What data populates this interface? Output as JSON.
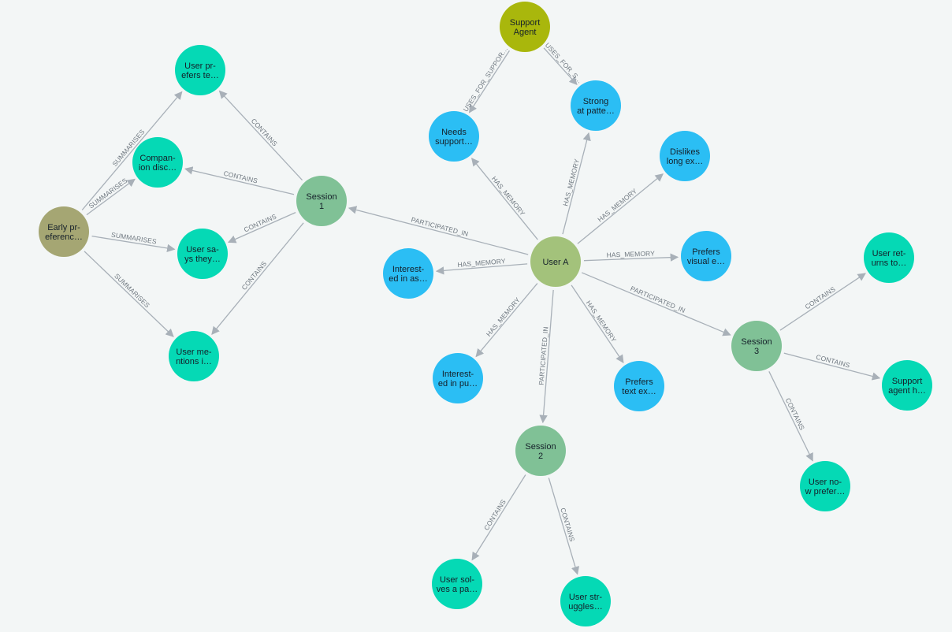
{
  "colors": {
    "person": "#a3c27b",
    "agent": "#a9b70c",
    "session": "#80c196",
    "memory": "#2bbef4",
    "message": "#05d9b5",
    "summary": "#a5a673",
    "edge": "#a8b0b8",
    "background": "#f3f6f6"
  },
  "nodes": [
    {
      "id": "user_a",
      "kind": "person",
      "lines": [
        "User A"
      ]
    },
    {
      "id": "support_agent",
      "kind": "agent",
      "lines": [
        "Support",
        "Agent"
      ]
    },
    {
      "id": "session_1",
      "kind": "session",
      "lines": [
        "Session",
        "1"
      ]
    },
    {
      "id": "session_2",
      "kind": "session",
      "lines": [
        "Session",
        "2"
      ]
    },
    {
      "id": "session_3",
      "kind": "session",
      "lines": [
        "Session",
        "3"
      ]
    },
    {
      "id": "early_pref",
      "kind": "summary",
      "lines": [
        "Early pr-",
        "eferenc…"
      ]
    },
    {
      "id": "m_prefers_te",
      "kind": "message",
      "lines": [
        "User pr-",
        "efers te…"
      ]
    },
    {
      "id": "m_companion",
      "kind": "message",
      "lines": [
        "Compan-",
        "ion disc…"
      ]
    },
    {
      "id": "m_says_they",
      "kind": "message",
      "lines": [
        "User sa-",
        "ys they…"
      ]
    },
    {
      "id": "m_mentions",
      "kind": "message",
      "lines": [
        "User me-",
        "ntions i…"
      ]
    },
    {
      "id": "mem_needs_support",
      "kind": "memory",
      "lines": [
        "Needs",
        "support…"
      ]
    },
    {
      "id": "mem_strong_patterns",
      "kind": "memory",
      "lines": [
        "Strong",
        "at patte…"
      ]
    },
    {
      "id": "mem_dislikes",
      "kind": "memory",
      "lines": [
        "Dislikes",
        "long ex…"
      ]
    },
    {
      "id": "mem_prefers_visual",
      "kind": "memory",
      "lines": [
        "Prefers",
        "visual e…"
      ]
    },
    {
      "id": "mem_interested_as",
      "kind": "memory",
      "lines": [
        "Interest-",
        "ed in as…"
      ]
    },
    {
      "id": "mem_interested_pu",
      "kind": "memory",
      "lines": [
        "Interest-",
        "ed in pu…"
      ]
    },
    {
      "id": "mem_prefers_text",
      "kind": "memory",
      "lines": [
        "Prefers",
        "text ex…"
      ]
    },
    {
      "id": "m_returns",
      "kind": "message",
      "lines": [
        "User ret-",
        "urns to…"
      ]
    },
    {
      "id": "m_support_agent_h",
      "kind": "message",
      "lines": [
        "Support",
        "agent h…"
      ]
    },
    {
      "id": "m_now_prefer",
      "kind": "message",
      "lines": [
        "User no-",
        "w prefer…"
      ]
    },
    {
      "id": "m_solves",
      "kind": "message",
      "lines": [
        "User sol-",
        "ves a pa…"
      ]
    },
    {
      "id": "m_struggles",
      "kind": "message",
      "lines": [
        "User str-",
        "uggles…"
      ]
    }
  ],
  "edges": [
    {
      "from": "support_agent",
      "to": "mem_needs_support",
      "label": "USES_FOR_SUPPOR…"
    },
    {
      "from": "support_agent",
      "to": "mem_strong_patterns",
      "label": "USES_FOR_S…"
    },
    {
      "from": "user_a",
      "to": "mem_needs_support",
      "label": "HAS_MEMORY"
    },
    {
      "from": "user_a",
      "to": "mem_strong_patterns",
      "label": "HAS_MEMORY"
    },
    {
      "from": "user_a",
      "to": "mem_dislikes",
      "label": "HAS_MEMORY"
    },
    {
      "from": "user_a",
      "to": "mem_prefers_visual",
      "label": "HAS_MEMORY"
    },
    {
      "from": "user_a",
      "to": "mem_interested_as",
      "label": "HAS_MEMORY"
    },
    {
      "from": "user_a",
      "to": "mem_interested_pu",
      "label": "HAS_MEMORY"
    },
    {
      "from": "user_a",
      "to": "mem_prefers_text",
      "label": "HAS_MEMORY"
    },
    {
      "from": "user_a",
      "to": "session_1",
      "label": "PARTICIPATED_IN"
    },
    {
      "from": "user_a",
      "to": "session_2",
      "label": "PARTICIPATED_IN"
    },
    {
      "from": "user_a",
      "to": "session_3",
      "label": "PARTICIPATED_IN"
    },
    {
      "from": "session_1",
      "to": "m_prefers_te",
      "label": "CONTAINS"
    },
    {
      "from": "session_1",
      "to": "m_companion",
      "label": "CONTAINS"
    },
    {
      "from": "session_1",
      "to": "m_says_they",
      "label": "CONTAINS"
    },
    {
      "from": "session_1",
      "to": "m_mentions",
      "label": "CONTAINS"
    },
    {
      "from": "early_pref",
      "to": "m_prefers_te",
      "label": "SUMMARISES"
    },
    {
      "from": "early_pref",
      "to": "m_companion",
      "label": "SUMMARISES"
    },
    {
      "from": "early_pref",
      "to": "m_says_they",
      "label": "SUMMARISES"
    },
    {
      "from": "early_pref",
      "to": "m_mentions",
      "label": "SUMMARISES"
    },
    {
      "from": "session_3",
      "to": "m_returns",
      "label": "CONTAINS"
    },
    {
      "from": "session_3",
      "to": "m_support_agent_h",
      "label": "CONTAINS"
    },
    {
      "from": "session_3",
      "to": "m_now_prefer",
      "label": "CONTAINS"
    },
    {
      "from": "session_2",
      "to": "m_solves",
      "label": "CONTAINS"
    },
    {
      "from": "session_2",
      "to": "m_struggles",
      "label": "CONTAINS"
    }
  ]
}
